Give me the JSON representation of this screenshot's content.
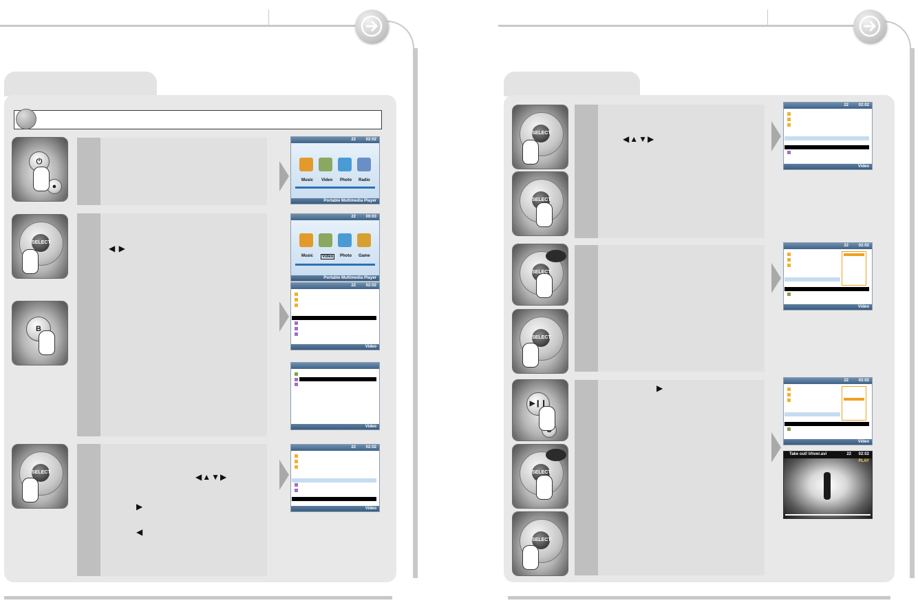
{
  "left_page": {
    "player_screens": {
      "menu1": {
        "time": "02:02",
        "number": "22",
        "labels": [
          "Music",
          "Video",
          "Photo",
          "Radio"
        ],
        "footer": "Portable Multimedia Player"
      },
      "menu2": {
        "time": "00:03",
        "number": "22",
        "labels": [
          "Music",
          "Video",
          "Photo",
          "Game"
        ],
        "footer": "Portable Multimedia Player"
      },
      "browser1": {
        "time": "02:02",
        "number": "22",
        "footer": "Video"
      },
      "browser2": {
        "footer": "Video"
      },
      "browser3": {
        "time": "02:02",
        "number": "22",
        "footer": "Video"
      }
    },
    "buttons": {
      "b_label": "B"
    },
    "step_glyphs": {
      "lr": "◀ ▶",
      "all": "◀▲▼▶",
      "right": "▶",
      "left": "◀"
    }
  },
  "right_page": {
    "player_screens": {
      "browser1": {
        "time": "02:02",
        "number": "22",
        "footer": "Video"
      },
      "browser2": {
        "time": "02:02",
        "number": "22",
        "footer": "Video"
      },
      "browser3": {
        "time": "02:02",
        "number": "22",
        "footer": "Video"
      },
      "video": {
        "title": "Take out! Irhver.avi",
        "time": "02:02",
        "number": "22",
        "status": "PLAY"
      }
    },
    "buttons": {
      "select_label": "SELECT"
    },
    "step_glyphs": {
      "all": "◀▲▼▶",
      "right": "▶"
    }
  },
  "colors": {
    "panel": "#e8e8e8",
    "step": "#e0e0e0",
    "strip": "#bfbfbf",
    "screen_bar": "#3f6388",
    "highlight": "#000000"
  },
  "icons": [
    "next-arrow-icon",
    "power-icon",
    "dpad-icon",
    "hand-pointer-icon",
    "play-pause-icon",
    "settings-gear-icon",
    "folder-icon",
    "music-icon",
    "video-icon",
    "photo-icon",
    "radio-icon",
    "game-icon"
  ]
}
